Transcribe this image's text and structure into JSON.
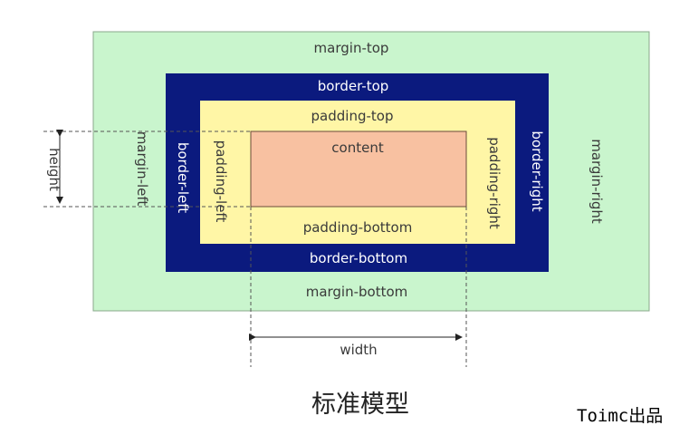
{
  "diagram": {
    "margin": {
      "top": "margin-top",
      "bottom": "margin-bottom",
      "left": "margin-left",
      "right": "margin-right"
    },
    "border": {
      "top": "border-top",
      "bottom": "border-bottom",
      "left": "border-left",
      "right": "border-right"
    },
    "padding": {
      "top": "padding-top",
      "bottom": "padding-bottom",
      "left": "padding-left",
      "right": "padding-right"
    },
    "content": "content",
    "height_label": "height",
    "width_label": "width",
    "title": "标准模型",
    "credit": "Toimc出品"
  },
  "colors": {
    "margin": "#c9f5cd",
    "border": "#0b1a7e",
    "padding": "#fff6a6",
    "content": "#f8c1a1"
  }
}
